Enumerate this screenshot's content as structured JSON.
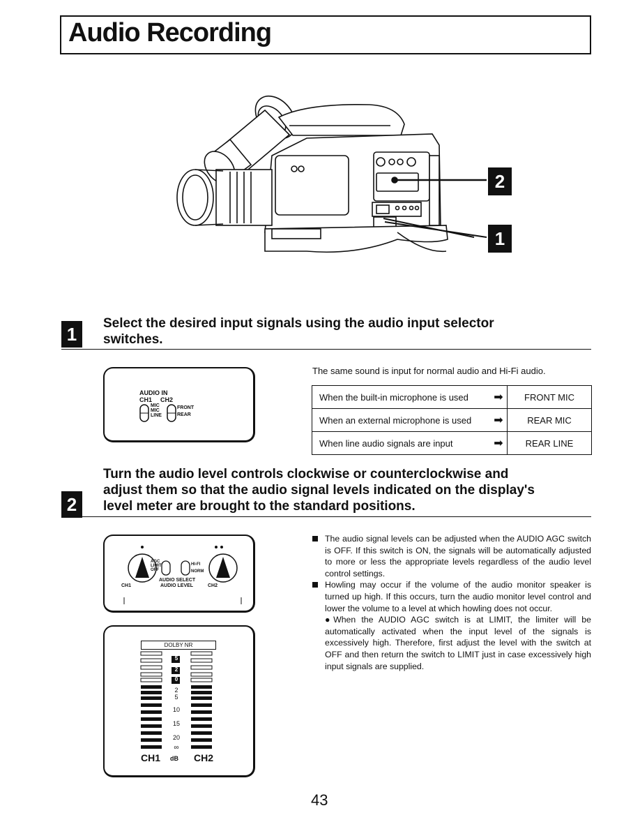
{
  "title": "Audio Recording",
  "callouts": {
    "c1": "1",
    "c2": "2"
  },
  "steps": [
    {
      "number": "1",
      "heading_line1": "Select the desired input signals using the audio input selector",
      "heading_line2": "switches."
    },
    {
      "number": "2",
      "heading_line1": "Turn the audio level controls clockwise or counterclockwise and",
      "heading_line2": "adjust them so that the audio signal levels indicated on the display's",
      "heading_line3": "level meter are brought to the standard positions."
    }
  ],
  "audio_in_panel": {
    "header": "AUDIO IN",
    "ch1": "CH1",
    "ch2": "CH2",
    "left_labels": [
      "MIC",
      "MIC",
      "LINE"
    ],
    "right_labels": [
      "FRONT",
      "REAR"
    ]
  },
  "same_sound_note": "The same sound is input for normal audio and Hi-Fi audio.",
  "signal_table": [
    {
      "condition": "When the built-in microphone is used",
      "result": "FRONT MIC"
    },
    {
      "condition": "When an external microphone is used",
      "result": "REAR MIC"
    },
    {
      "condition": "When line audio signals are input",
      "result": "REAR LINE"
    }
  ],
  "level_panel": {
    "agc_labels": [
      "AGC",
      "LIMIT",
      "OFF"
    ],
    "hifi_labels": [
      "HI-FI",
      "NORM"
    ],
    "audio_select": "AUDIO SELECT",
    "ch1": "CH1",
    "audio_level": "AUDIO LEVEL",
    "ch2": "CH2"
  },
  "meter_panel": {
    "dolby": "DOLBY NR",
    "scale": [
      "5",
      "2",
      "0",
      "2",
      "5",
      "10",
      "15",
      "20",
      "∞"
    ],
    "ch1": "CH1",
    "unit": "dB",
    "ch2": "CH2"
  },
  "notes": {
    "b1": "The audio signal levels can be adjusted when the AUDIO AGC switch is OFF. If this switch is ON, the signals will be automatically adjusted to more or less the appropriate levels regardless of the audio level control settings.",
    "b2": "Howling may occur if the volume of the audio monitor speaker is turned up high. If this occurs, turn the audio monitor level control and lower the volume to a level at which howling does not occur.",
    "sub": "●When the AUDIO AGC switch is at LIMIT, the limiter will be automatically activated when the input level of the signals is excessively high. Therefore, first adjust the level with the switch at OFF and then return the switch to LIMIT just in case excessively high input signals are supplied."
  },
  "page_number": "43"
}
